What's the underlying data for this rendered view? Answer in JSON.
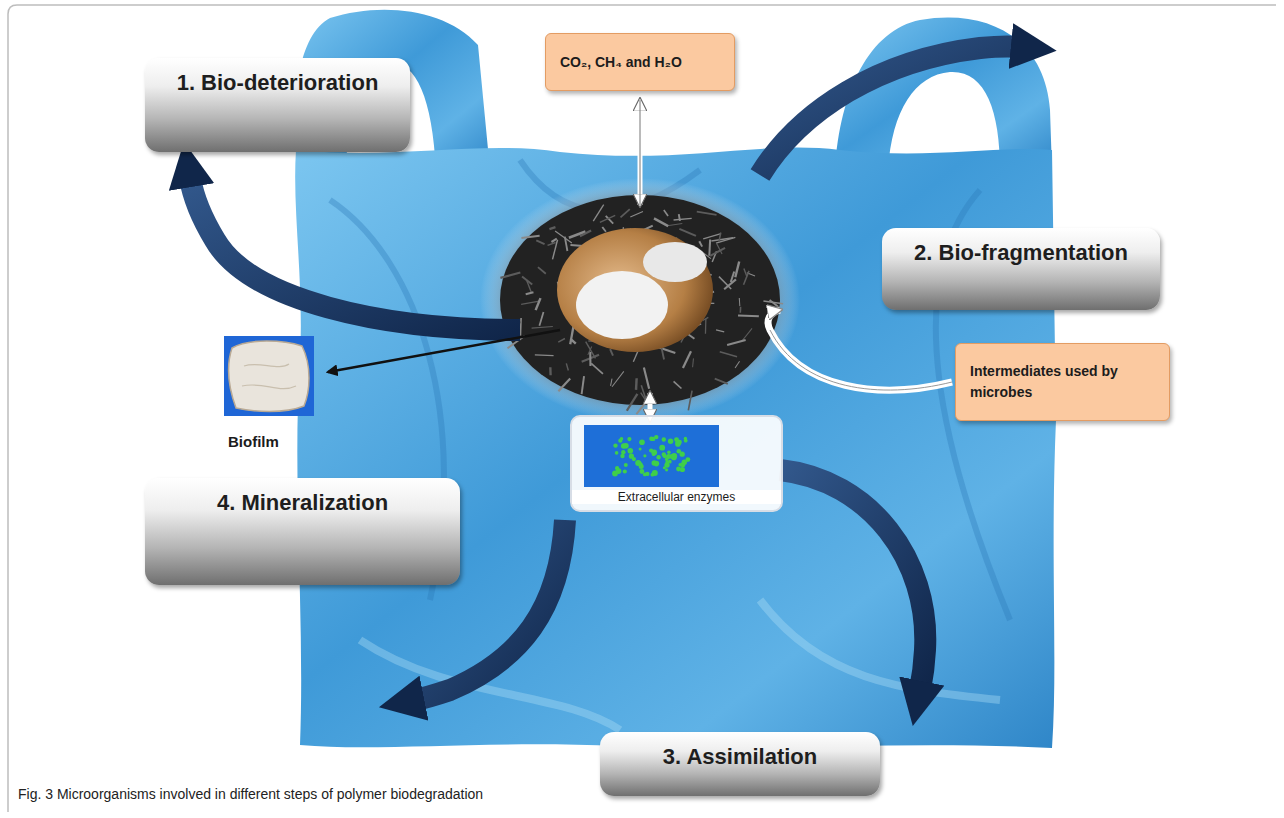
{
  "diagram": {
    "caption": "Fig. 3 Microorganisms involved in different steps of polymer biodegradation",
    "nodes": [
      {
        "text": [
          "1. Bio-deterioration"
        ]
      },
      {
        "text": [
          "CO₂, CH₄ and H₂O"
        ]
      },
      {
        "text": [
          "2. Bio-fragmentation"
        ]
      },
      {
        "text": [
          "Intermediates used by microbes"
        ]
      },
      {
        "text": [
          "Biofilm"
        ]
      },
      {
        "text": [
          "4. Mineralization"
        ]
      },
      {
        "text": [
          "Extracellular enzymes"
        ]
      },
      {
        "text": [
          "3. Assimilation"
        ]
      }
    ]
  }
}
